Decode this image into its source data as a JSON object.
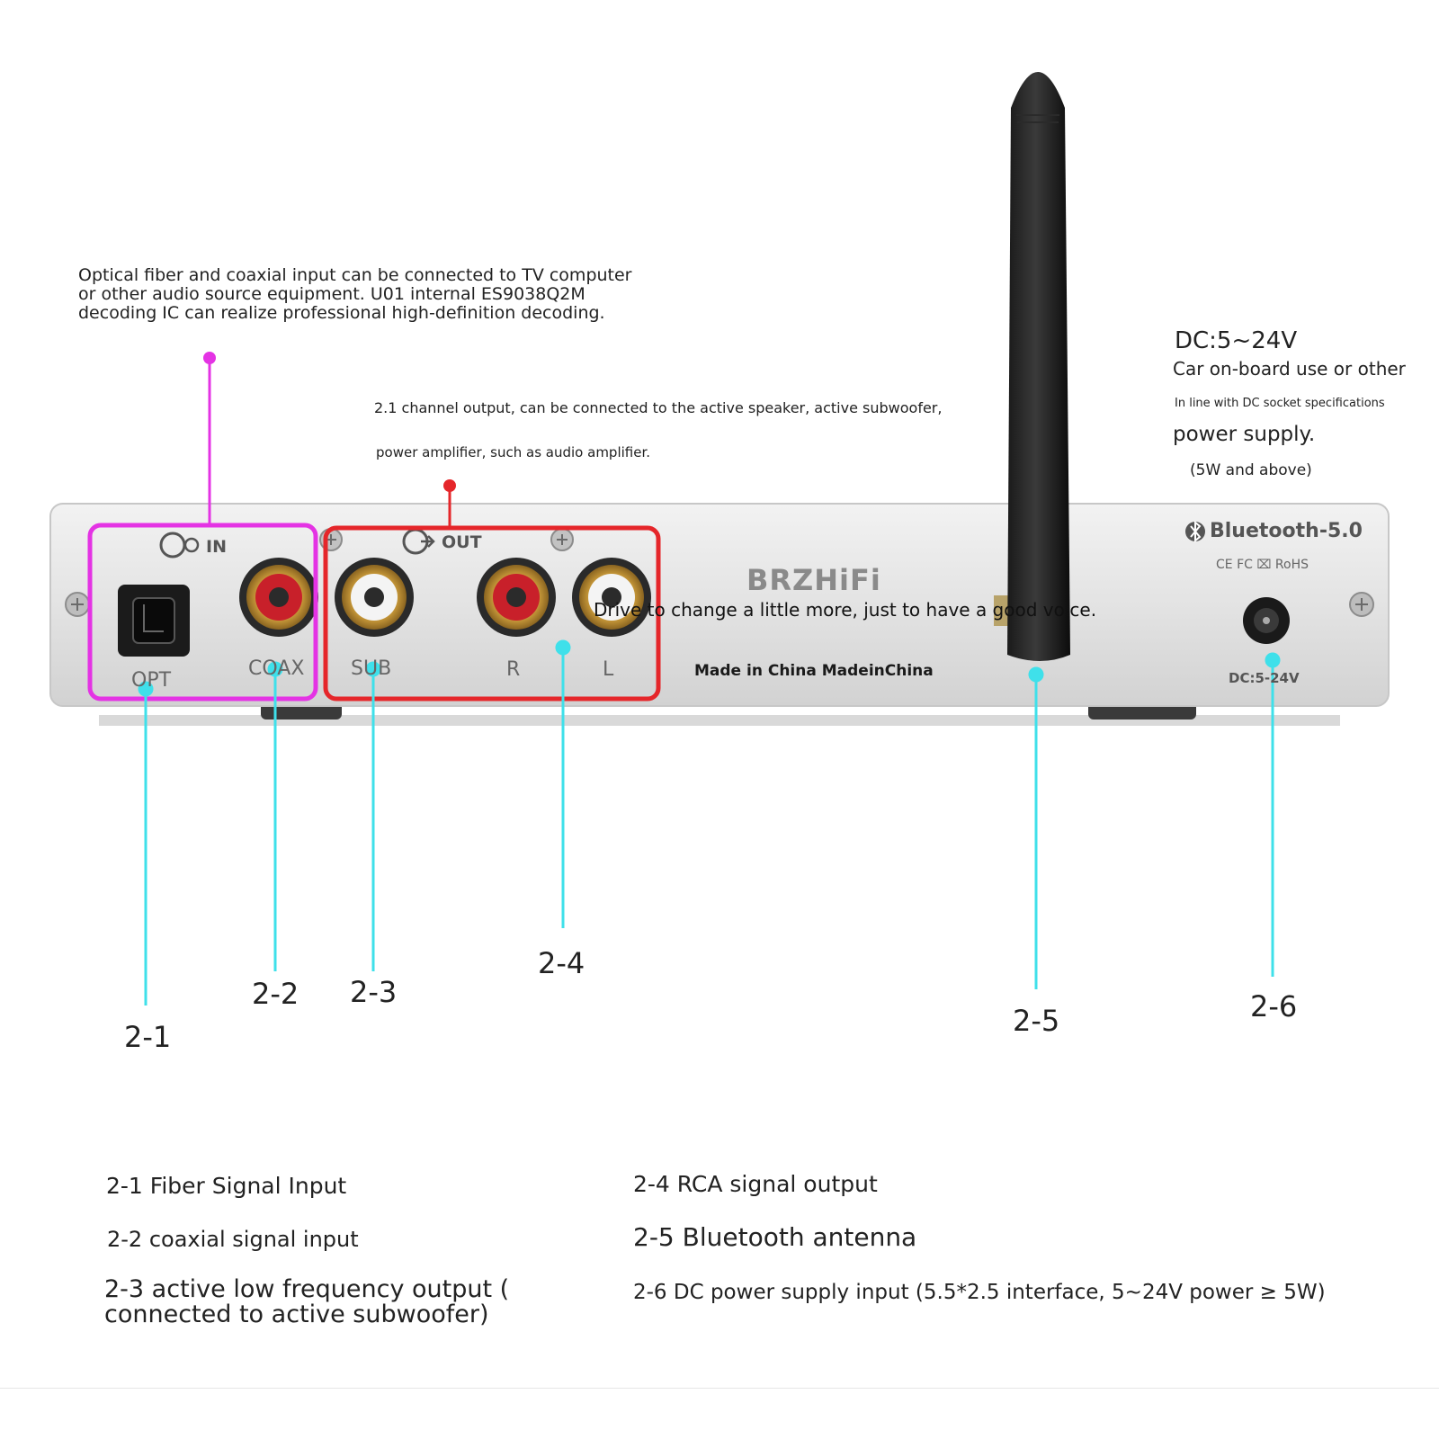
{
  "annotations": {
    "inputs_note": "Optical fiber and coaxial input can be connected to TV computer\nor other audio source equipment. U01 internal ES9038Q2M\ndecoding IC can realize professional high-definition decoding.",
    "outputs_note_line1": "2.1 channel output, can be connected to the active speaker, active subwoofer,",
    "outputs_note_line2": "power amplifier, such as audio amplifier.",
    "power_title": "DC:5~24V",
    "power_line1": "Car on-board use or other",
    "power_line2": "In line with DC socket specifications",
    "power_line3": "power supply.",
    "power_line4": "(5W and above)",
    "tagline": "Drive to change a little more, just to have a good voice."
  },
  "panel": {
    "brand": "BRZHiFi",
    "made_in": "Made in China MadeinChina",
    "bluetooth": "Bluetooth-5.0",
    "certs": "CE FC ⌧ RoHS",
    "in_label": "IN",
    "out_label": "OUT",
    "opt": "OPT",
    "coax": "COAX",
    "sub": "SUB",
    "r": "R",
    "l": "L",
    "dc": "DC:5-24V"
  },
  "callouts": {
    "c1": "2-1",
    "c2": "2-2",
    "c3": "2-3",
    "c4": "2-4",
    "c5": "2-5",
    "c6": "2-6"
  },
  "legend": {
    "l1": "2-1 Fiber Signal Input",
    "l2": "2-2 coaxial signal input",
    "l3a": "2-3 active low frequency output (",
    "l3b": "connected to active subwoofer)",
    "l4": "2-4 RCA signal output",
    "l5": "2-5 Bluetooth antenna",
    "l6": "2-6 DC power supply input (5.5*2.5 interface, 5~24V power ≥ 5W)"
  },
  "colors": {
    "input_box": "#e433e4",
    "output_box": "#e5262a",
    "leader": "#3fe0ea",
    "panel": "#e4e4e4"
  }
}
